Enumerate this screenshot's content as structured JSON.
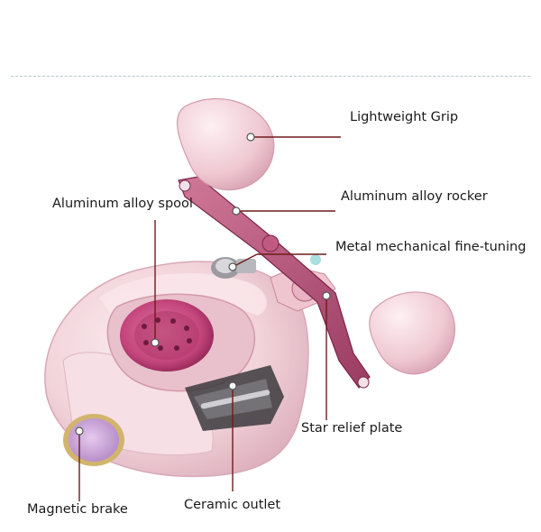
{
  "callouts": {
    "grip": "Lightweight Grip",
    "rocker": "Aluminum alloy rocker",
    "spool": "Aluminum alloy spool",
    "fine_tuning": "Metal mechanical fine-tuning",
    "star_plate": "Star relief plate",
    "brake": "Magnetic brake",
    "outlet": "Ceramic outlet"
  },
  "colors": {
    "body_pink": "#f2d3da",
    "body_shadow": "#dcaebb",
    "handle_arm": "#b04a72",
    "spool_metal": "#c4457c",
    "leader_line": "#6e1c1c",
    "brake_gold": "#d2b46e"
  }
}
